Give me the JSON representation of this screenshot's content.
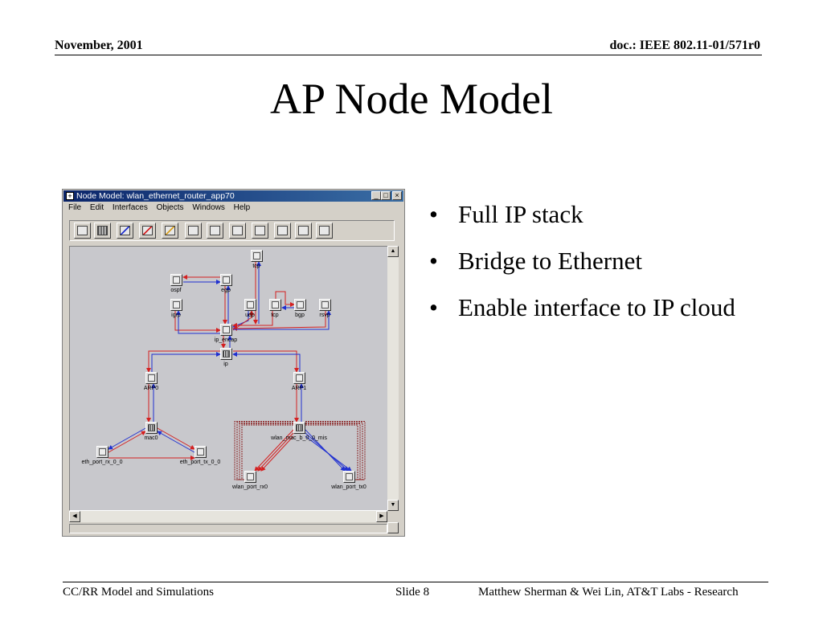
{
  "header": {
    "left": "November, 2001",
    "right": "doc.: IEEE 802.11-01/571r0"
  },
  "slide": {
    "title": "AP Node Model",
    "bullets": [
      "Full IP stack",
      "Bridge to Ethernet",
      "Enable interface to IP cloud"
    ]
  },
  "footer": {
    "left": "CC/RR Model and Simulations",
    "middle": "Slide 8",
    "right": "Matthew Sherman & Wei Lin, AT&T Labs - Research"
  },
  "window": {
    "title": "Node Model: wlan_ethernet_router_app70",
    "buttons": {
      "minimize": "_",
      "maximize": "□",
      "close": "×"
    },
    "menu": [
      "File",
      "Edit",
      "Interfaces",
      "Objects",
      "Windows",
      "Help"
    ],
    "toolbar_icons": [
      "processor-icon",
      "queue-icon",
      "packet-stream-icon",
      "statistic-wire-icon",
      "logical-association-icon",
      "point-to-point-tx-icon",
      "point-to-point-rx-icon",
      "bus-tx-icon",
      "bus-rx-icon",
      "radio-tx-icon",
      "radio-rx-icon",
      "antenna-icon"
    ],
    "nodes": {
      "tcp_top": "tcp",
      "ospf": "ospf",
      "egp": "egp",
      "igrp": "igrp",
      "udp": "udp",
      "tcp": "tcp",
      "bgp": "bgp",
      "rsvp": "rsvp",
      "ip_encap": "ip_encap",
      "ip": "ip",
      "arp0": "ARP0",
      "arp1": "ARP1",
      "mac0": "mac0",
      "eth_rx": "eth_port_rx_0_0",
      "eth_tx": "eth_port_tx_0_0",
      "wlan_mac": "wlan_mac_b_0_0_mis",
      "wlan_rx": "wlan_port_rx0",
      "wlan_tx": "wlan_port_tx0"
    },
    "colors": {
      "red_stream": "#d42020",
      "blue_stream": "#2030d0",
      "statwire": "#8a2020"
    }
  }
}
